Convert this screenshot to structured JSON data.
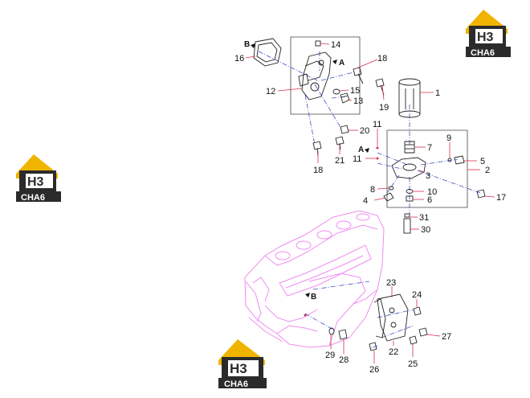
{
  "diagram": {
    "part_labels": [
      "1",
      "2",
      "3",
      "4",
      "5",
      "6",
      "7",
      "8",
      "9",
      "10",
      "11",
      "11",
      "12",
      "13",
      "14",
      "15",
      "16",
      "17",
      "18",
      "18",
      "19",
      "20",
      "21",
      "22",
      "23",
      "24",
      "25",
      "26",
      "27",
      "28",
      "29",
      "30",
      "31"
    ],
    "reference_letters": [
      "A",
      "A",
      "B",
      "B"
    ]
  },
  "watermark": {
    "logo_main": "H3",
    "logo_sub": "CHA6",
    "colors": {
      "yellow": "#f0b400",
      "dark": "#2b2b2b",
      "white": "#ffffff"
    }
  },
  "colors": {
    "engine_block": "#f08cf0",
    "leader_line": "#d6304a",
    "center_line": "#3d4fc8",
    "part_outline": "#222222",
    "callout_box": "#444444"
  }
}
